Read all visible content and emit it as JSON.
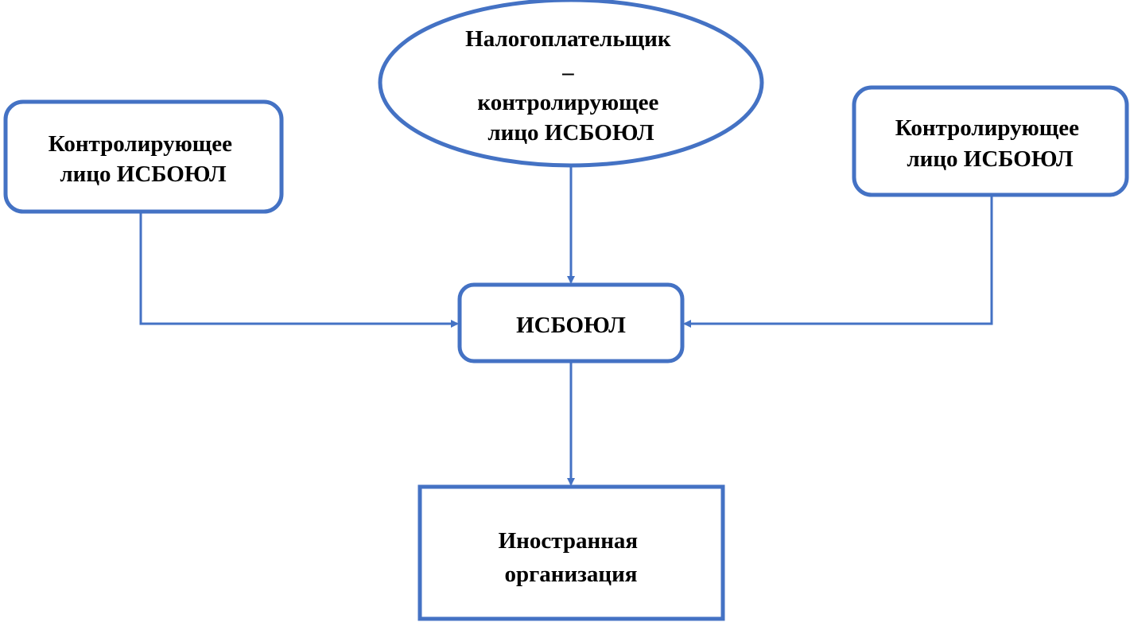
{
  "colors": {
    "stroke": "#4472c4",
    "fill": "#ffffff",
    "text": "#000000"
  },
  "nodes": {
    "taxpayer": {
      "shape": "ellipse",
      "lines": [
        "Налогоплательщик",
        "–",
        "контролирующее",
        "лицо ИСБОЮЛ"
      ]
    },
    "left_controller": {
      "shape": "rounded-rectangle",
      "lines": [
        "Контролирующее",
        "лицо ИСБОЮЛ"
      ]
    },
    "right_controller": {
      "shape": "rounded-rectangle",
      "lines": [
        "Контролирующее",
        "лицо ИСБОЮЛ"
      ]
    },
    "isboyul": {
      "shape": "rounded-rectangle",
      "lines": [
        "ИСБОЮЛ"
      ]
    },
    "foreign_org": {
      "shape": "rectangle",
      "lines": [
        "Иностранная",
        "организация"
      ]
    }
  },
  "edges": [
    {
      "from": "taxpayer",
      "to": "isboyul"
    },
    {
      "from": "left_controller",
      "to": "isboyul"
    },
    {
      "from": "right_controller",
      "to": "isboyul"
    },
    {
      "from": "isboyul",
      "to": "foreign_org"
    }
  ]
}
